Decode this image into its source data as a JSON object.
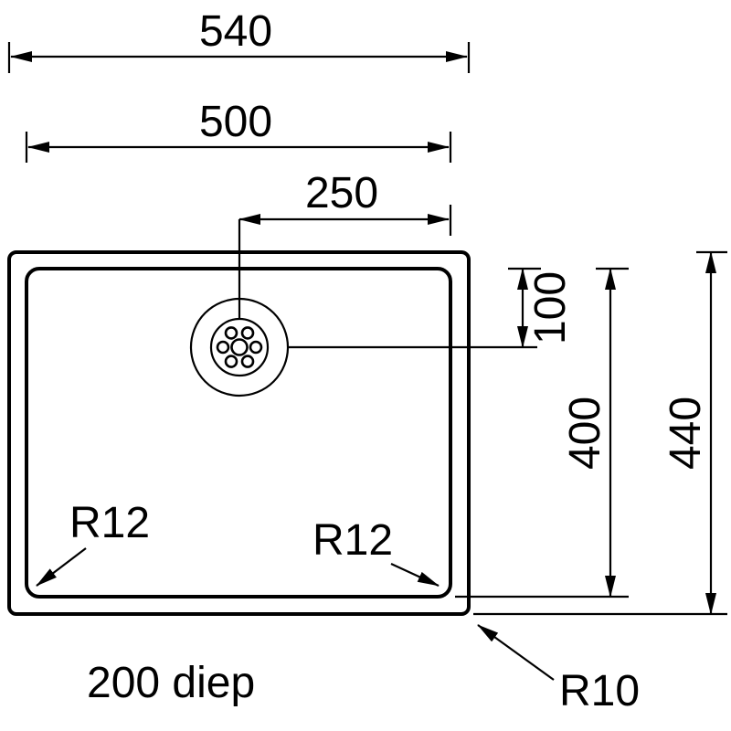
{
  "labels": {
    "outer_width": "540",
    "inner_width": "500",
    "drain_offset_from_right": "250",
    "drain_offset_from_top": "100",
    "inner_height": "400",
    "outer_height": "440",
    "inner_corner_radius_bottom_left": "R12",
    "inner_corner_radius_bottom_right": "R12",
    "outer_corner_radius": "R10",
    "depth_note": "200 diep"
  },
  "colors": {
    "line": "#000000",
    "background": "#ffffff"
  }
}
